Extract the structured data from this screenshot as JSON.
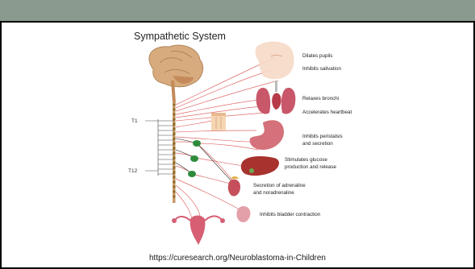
{
  "slide": {
    "title": "Sympathetic System",
    "caption": "https://curesearch.org/Neuroblastoma-in-Children"
  },
  "spine_labels": {
    "t1": "T1",
    "t12": "T12"
  },
  "effects": {
    "pupils": "Dilates pupils",
    "salivation": "Inhibits salivation",
    "bronchi": "Relaxes bronchi",
    "heartbeat": "Accelerates heartbeat",
    "peristalsis_1": "Inhibits peristalsis",
    "peristalsis_2": "and secretion",
    "glucose_1": "Stimulates glucose",
    "glucose_2": "production and release",
    "adrenaline_1": "Secretion of adrenaline",
    "adrenaline_2": "and noradrenaline",
    "bladder": "Inhibits bladder contraction"
  },
  "colors": {
    "header": "#8a9a8f",
    "nerve": "#e06a6a",
    "ganglion": "#2e8b3a",
    "brain": "#c79a6b",
    "organ": "#b83a4a",
    "liver": "#a8322e"
  }
}
